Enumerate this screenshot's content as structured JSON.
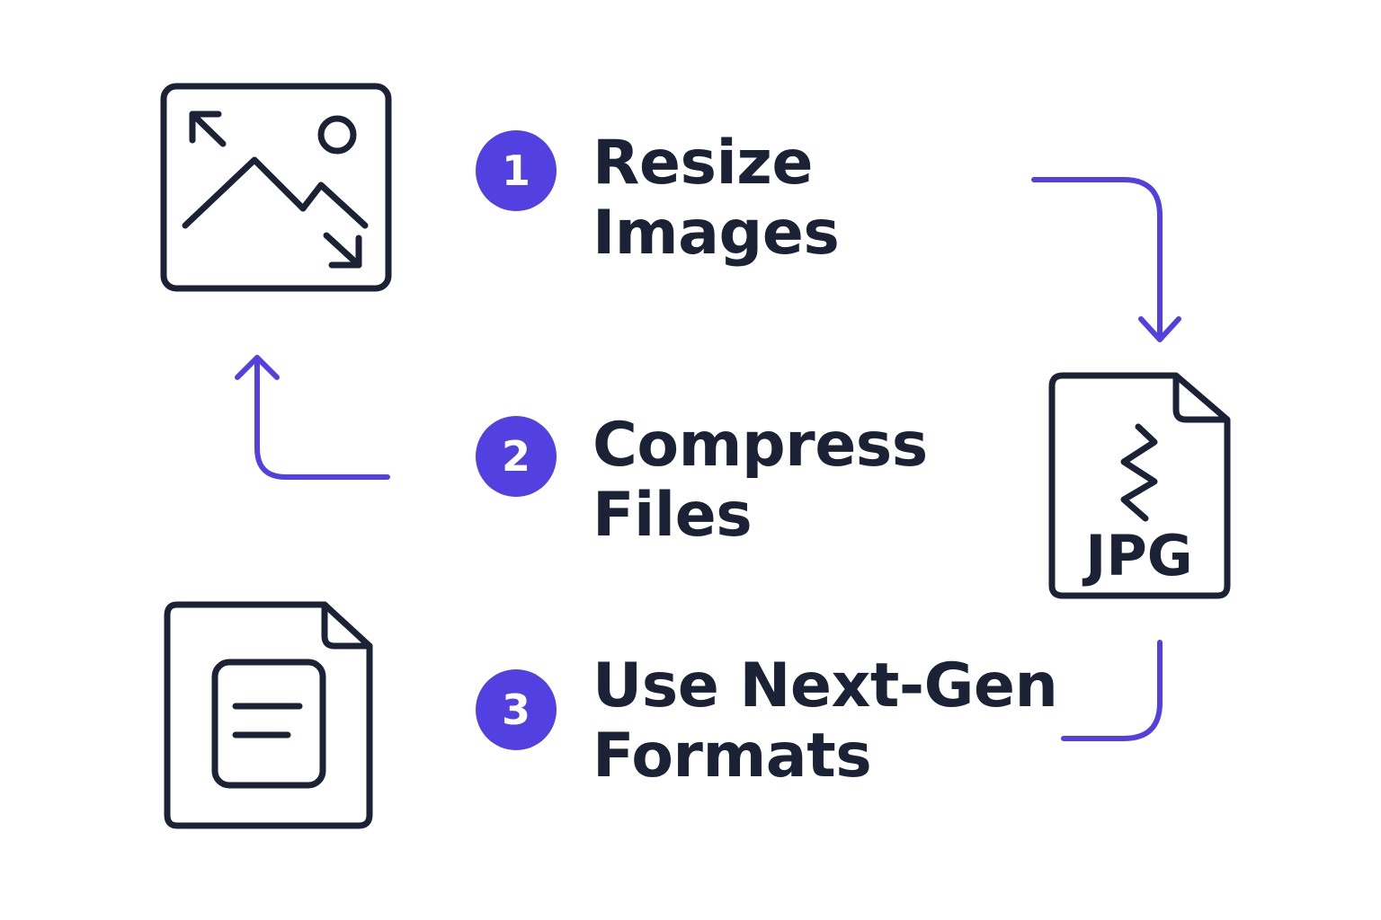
{
  "colors": {
    "accent": "#5340e0",
    "ink": "#1b2236",
    "background": "#ffffff"
  },
  "steps": [
    {
      "number": "1",
      "line1": "Resize",
      "line2": "Images"
    },
    {
      "number": "2",
      "line1": "Compress",
      "line2": "Files"
    },
    {
      "number": "3",
      "line1": "Use Next-Gen",
      "line2": "Formats"
    }
  ],
  "icons": {
    "resize": "image-resize-icon",
    "jpg": "jpg-file-icon",
    "jpg_label": "JPG",
    "document": "document-file-icon"
  }
}
